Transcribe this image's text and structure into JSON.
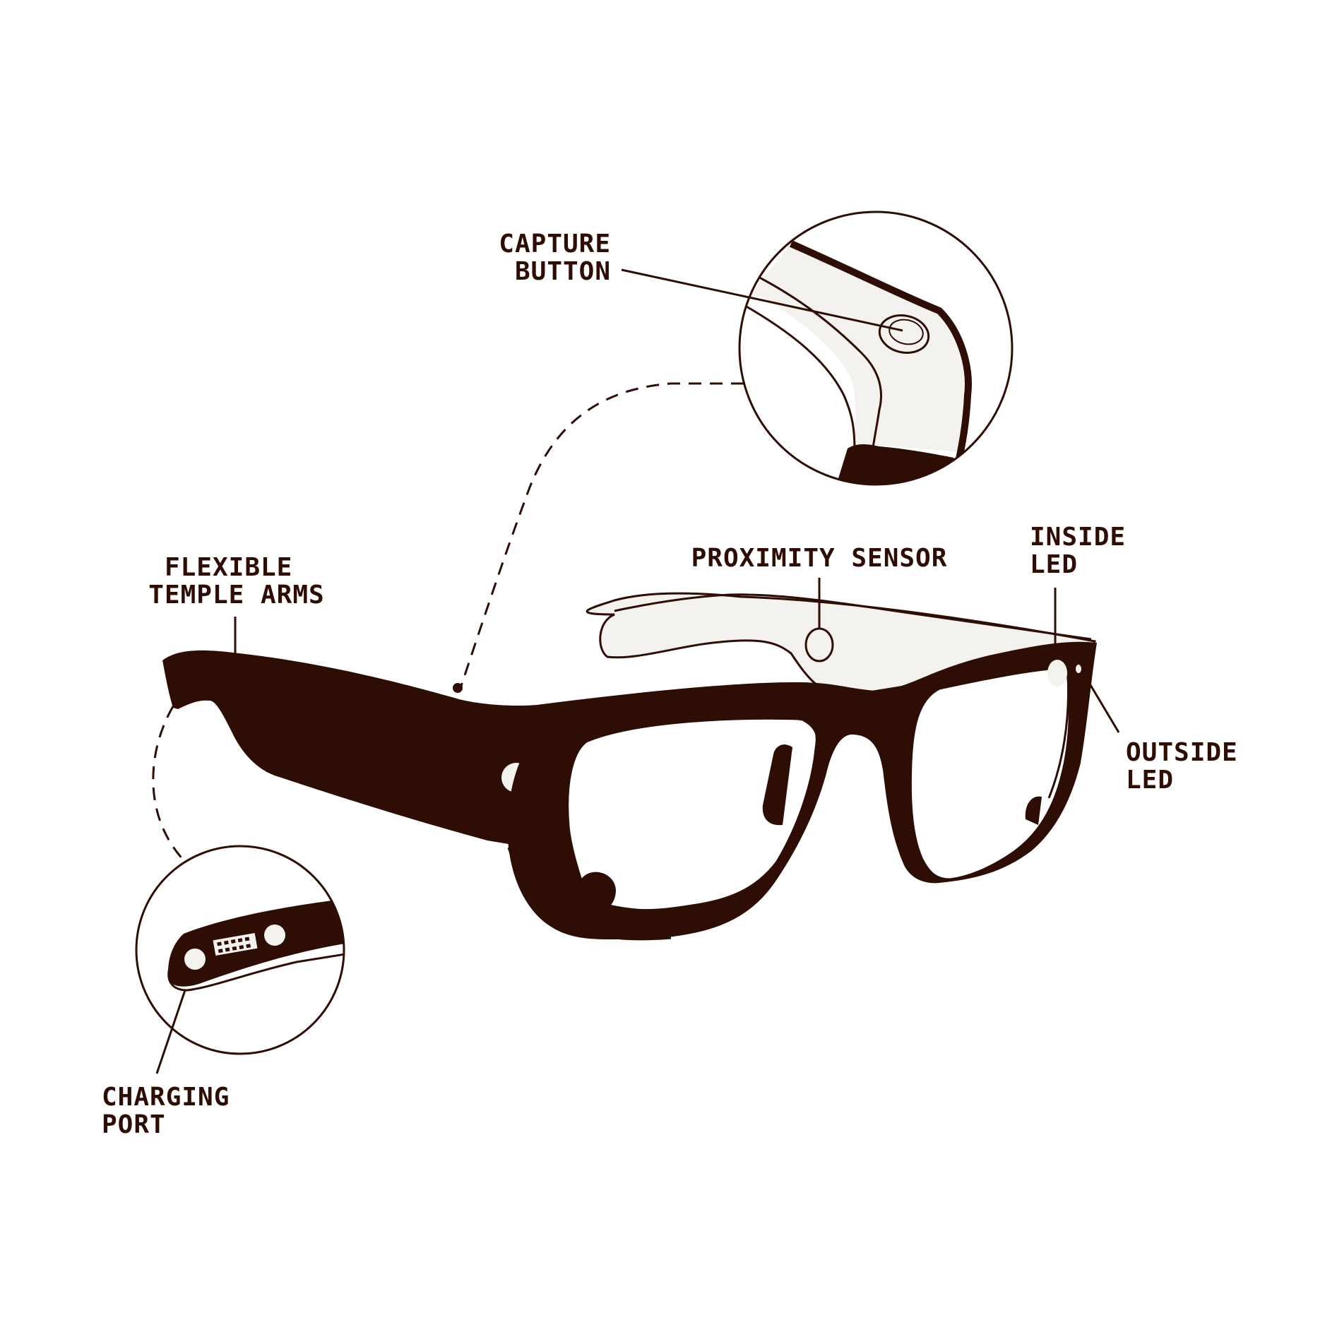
{
  "colors": {
    "frame": "#2e0d05",
    "lens_fill": "#f4f2ef",
    "background": "#ffffff"
  },
  "labels": {
    "capture_button": [
      "CAPTURE",
      "BUTTON"
    ],
    "flexible_temple_arms": [
      "FLEXIBLE",
      "TEMPLE ARMS"
    ],
    "proximity_sensor": [
      "PROXIMITY SENSOR"
    ],
    "inside_led": [
      "INSIDE",
      "LED"
    ],
    "outside_led": [
      "OUTSIDE",
      "LED"
    ],
    "charging_port": [
      "CHARGING",
      "PORT"
    ]
  }
}
